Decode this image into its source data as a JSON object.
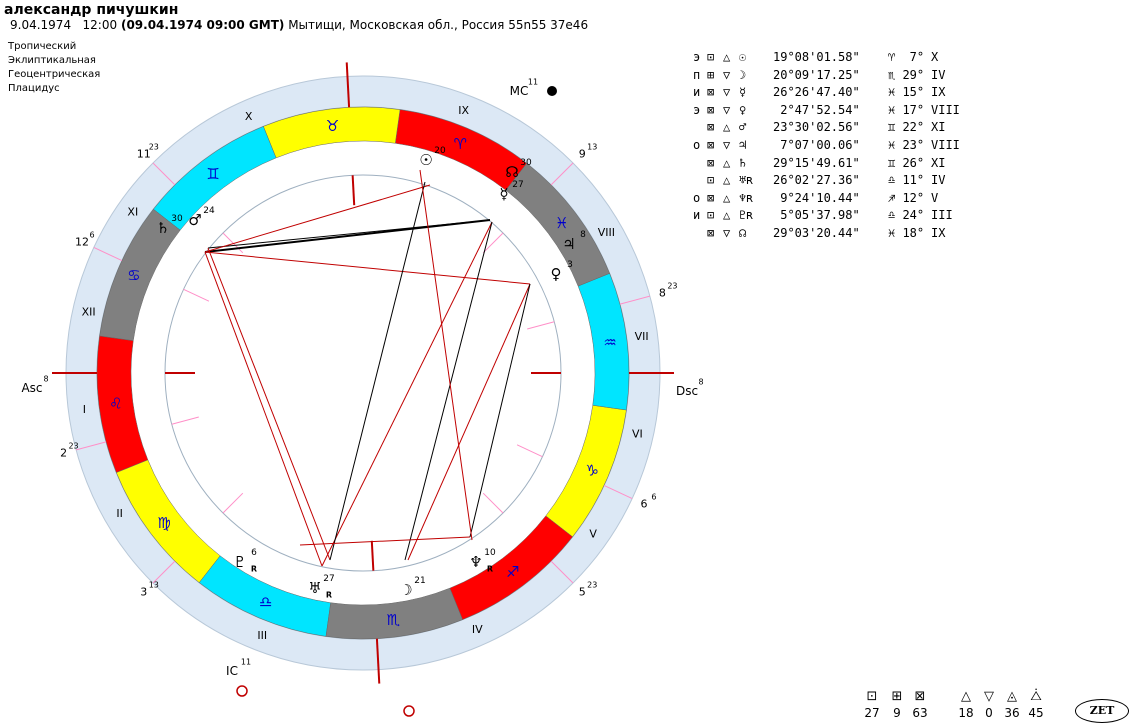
{
  "header": {
    "person_name": "александр пичушкин",
    "local_date": "9.04.1974",
    "local_time": "12:00",
    "gmt_stamp": "(09.04.1974  09:00 GMT)",
    "place": "Мытищи, Московская обл., Россия 55n55  37e46"
  },
  "settings": [
    "Тропический",
    "Эклиптикальная",
    "Геоцентрическая",
    "Плацидус"
  ],
  "colors": {
    "fire": "#ff0000",
    "earth": "#ffff00",
    "air": "#00e5ff",
    "water": "#808080",
    "house_ring": "#dce8f5",
    "aspect_red": "#c00000",
    "aspect_black": "#000000",
    "cusp_pink": "#ff8fc8"
  },
  "angles": {
    "asc": "Asc",
    "dsc": "Dsc",
    "mc": "MC",
    "ic": "IC",
    "asc_deg": "8",
    "dsc_deg": "8",
    "mc_deg": "11",
    "ic_deg": "11"
  },
  "house_labels": [
    "I",
    "II",
    "III",
    "IV",
    "V",
    "VI",
    "VII",
    "VIII",
    "IX",
    "X",
    "XI",
    "XII"
  ],
  "cusp_labels": [
    {
      "num": "2",
      "deg": "23"
    },
    {
      "num": "3",
      "deg": "13"
    },
    {
      "num": "5",
      "deg": "23"
    },
    {
      "num": "6",
      "deg": "6"
    },
    {
      "num": "8",
      "deg": "23"
    },
    {
      "num": "9",
      "deg": "13"
    },
    {
      "num": "11",
      "deg": "23"
    },
    {
      "num": "12",
      "deg": "6"
    }
  ],
  "zodiac": [
    {
      "sign": "aries",
      "glyph": "♈",
      "element": "fire"
    },
    {
      "sign": "taurus",
      "glyph": "♉",
      "element": "earth"
    },
    {
      "sign": "gemini",
      "glyph": "♊",
      "element": "air"
    },
    {
      "sign": "cancer",
      "glyph": "♋",
      "element": "water"
    },
    {
      "sign": "leo",
      "glyph": "♌",
      "element": "fire"
    },
    {
      "sign": "virgo",
      "glyph": "♍",
      "element": "earth"
    },
    {
      "sign": "libra",
      "glyph": "♎",
      "element": "air"
    },
    {
      "sign": "scorpio",
      "glyph": "♏",
      "element": "water"
    },
    {
      "sign": "sagittarius",
      "glyph": "♐",
      "element": "fire"
    },
    {
      "sign": "capricorn",
      "glyph": "♑",
      "element": "earth"
    },
    {
      "sign": "aquarius",
      "glyph": "♒",
      "element": "air"
    },
    {
      "sign": "pisces",
      "glyph": "♓",
      "element": "water"
    }
  ],
  "wheel_planets": [
    {
      "name": "sun",
      "glyph": "☉",
      "deg": "20"
    },
    {
      "name": "moon",
      "glyph": "☽",
      "deg": "21"
    },
    {
      "name": "mercury",
      "glyph": "☿",
      "deg": "27"
    },
    {
      "name": "venus",
      "glyph": "♀",
      "deg": "3"
    },
    {
      "name": "mars",
      "glyph": "♂",
      "deg": "24"
    },
    {
      "name": "jupiter",
      "glyph": "♃",
      "deg": "8"
    },
    {
      "name": "saturn",
      "glyph": "♄",
      "deg": "30"
    },
    {
      "name": "uranus",
      "glyph": "♅",
      "deg": "27",
      "retro": "R"
    },
    {
      "name": "neptune",
      "glyph": "♆",
      "deg": "10",
      "retro": "R"
    },
    {
      "name": "pluto",
      "glyph": "♇",
      "deg": "6",
      "retro": "R"
    },
    {
      "name": "node",
      "glyph": "☊",
      "deg": "30"
    }
  ],
  "planet_table": [
    {
      "flag": "э",
      "asp1": "⊡",
      "asp2": "△",
      "sym": "☉",
      "lon": "19°08'01.58\"",
      "pos": "♈  7°",
      "house": "X"
    },
    {
      "flag": "п",
      "asp1": "⊞",
      "asp2": "▽",
      "sym": "☽",
      "lon": "20°09'17.25\"",
      "pos": "♏ 29°",
      "house": "IV"
    },
    {
      "flag": "и",
      "asp1": "⊠",
      "asp2": "▽",
      "sym": "☿",
      "lon": "26°26'47.40\"",
      "pos": "♓ 15°",
      "house": "IX"
    },
    {
      "flag": "э",
      "asp1": "⊠",
      "asp2": "▽",
      "sym": "♀",
      "lon": " 2°47'52.54\"",
      "pos": "♓ 17°",
      "house": "VIII"
    },
    {
      "flag": "",
      "asp1": "⊠",
      "asp2": "△",
      "sym": "♂",
      "lon": "23°30'02.56\"",
      "pos": "♊ 22°",
      "house": "XI"
    },
    {
      "flag": "о",
      "asp1": "⊠",
      "asp2": "▽",
      "sym": "♃",
      "lon": " 7°07'00.06\"",
      "pos": "♓ 23°",
      "house": "VIII"
    },
    {
      "flag": "",
      "asp1": "⊠",
      "asp2": "△",
      "sym": "♄",
      "lon": "29°15'49.61\"",
      "pos": "♊ 26°",
      "house": "XI"
    },
    {
      "flag": "",
      "asp1": "⊡",
      "asp2": "△",
      "sym": "♅ʀ",
      "lon": "26°02'27.36\"",
      "pos": "♎ 11°",
      "house": "IV"
    },
    {
      "flag": "о",
      "asp1": "⊠",
      "asp2": "△",
      "sym": "♆ʀ",
      "lon": " 9°24'10.44\"",
      "pos": "♐ 12°",
      "house": "V"
    },
    {
      "flag": "и",
      "asp1": "⊡",
      "asp2": "△",
      "sym": "♇ʀ",
      "lon": " 5°05'37.98\"",
      "pos": "♎ 24°",
      "house": "III"
    },
    {
      "flag": "",
      "asp1": "⊠",
      "asp2": "▽",
      "sym": "☊",
      "lon": "29°03'20.44\"",
      "pos": "♓ 18°",
      "house": "IX"
    }
  ],
  "stats": [
    {
      "glyph": "⊡",
      "value": "27"
    },
    {
      "glyph": "⊞",
      "value": "9"
    },
    {
      "glyph": "⊠",
      "value": "63"
    },
    {
      "glyph": "△",
      "value": "18"
    },
    {
      "glyph": "▽",
      "value": "0"
    },
    {
      "glyph": "◬",
      "value": "36"
    },
    {
      "glyph": "⧊",
      "value": "45"
    }
  ],
  "logo_text": "ZET"
}
